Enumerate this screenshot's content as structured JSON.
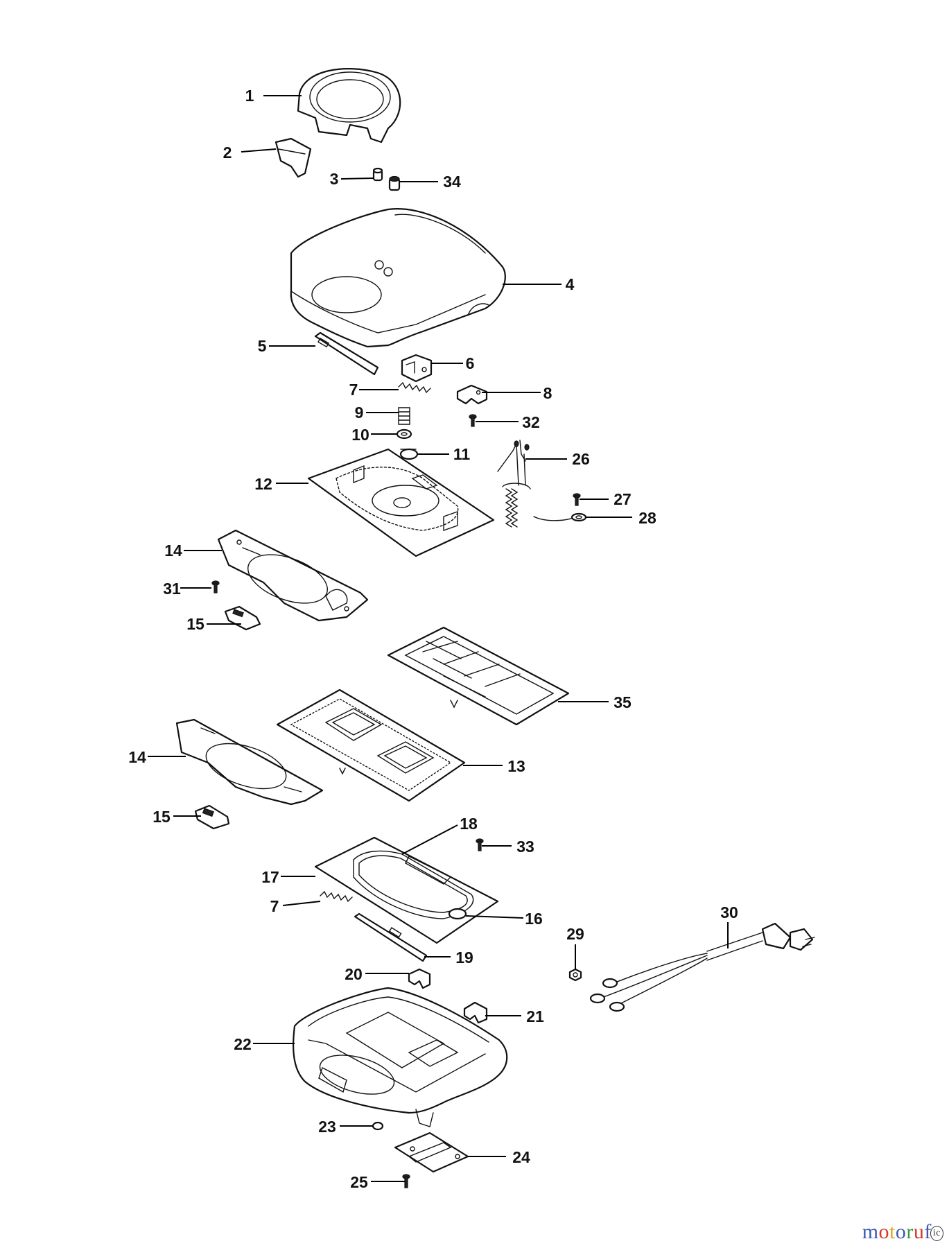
{
  "watermark": {
    "letters": [
      {
        "ch": "m",
        "color": "#3b5bb5"
      },
      {
        "ch": "o",
        "color": "#d23a2c"
      },
      {
        "ch": "t",
        "color": "#e0a81c"
      },
      {
        "ch": "o",
        "color": "#3b5bb5"
      },
      {
        "ch": "r",
        "color": "#3a9a3a"
      },
      {
        "ch": "u",
        "color": "#d23a2c"
      },
      {
        "ch": "f",
        "color": "#3b5bb5"
      },
      {
        "ch": "ic",
        "color": "#333333"
      }
    ]
  },
  "callouts": [
    "1",
    "2",
    "3",
    "34",
    "4",
    "5",
    "6",
    "7",
    "8",
    "9",
    "32",
    "10",
    "11",
    "26",
    "12",
    "27",
    "28",
    "14",
    "31",
    "15",
    "35",
    "14",
    "13",
    "15",
    "18",
    "33",
    "17",
    "16",
    "7",
    "19",
    "29",
    "30",
    "20",
    "21",
    "22",
    "23",
    "24",
    "25"
  ]
}
